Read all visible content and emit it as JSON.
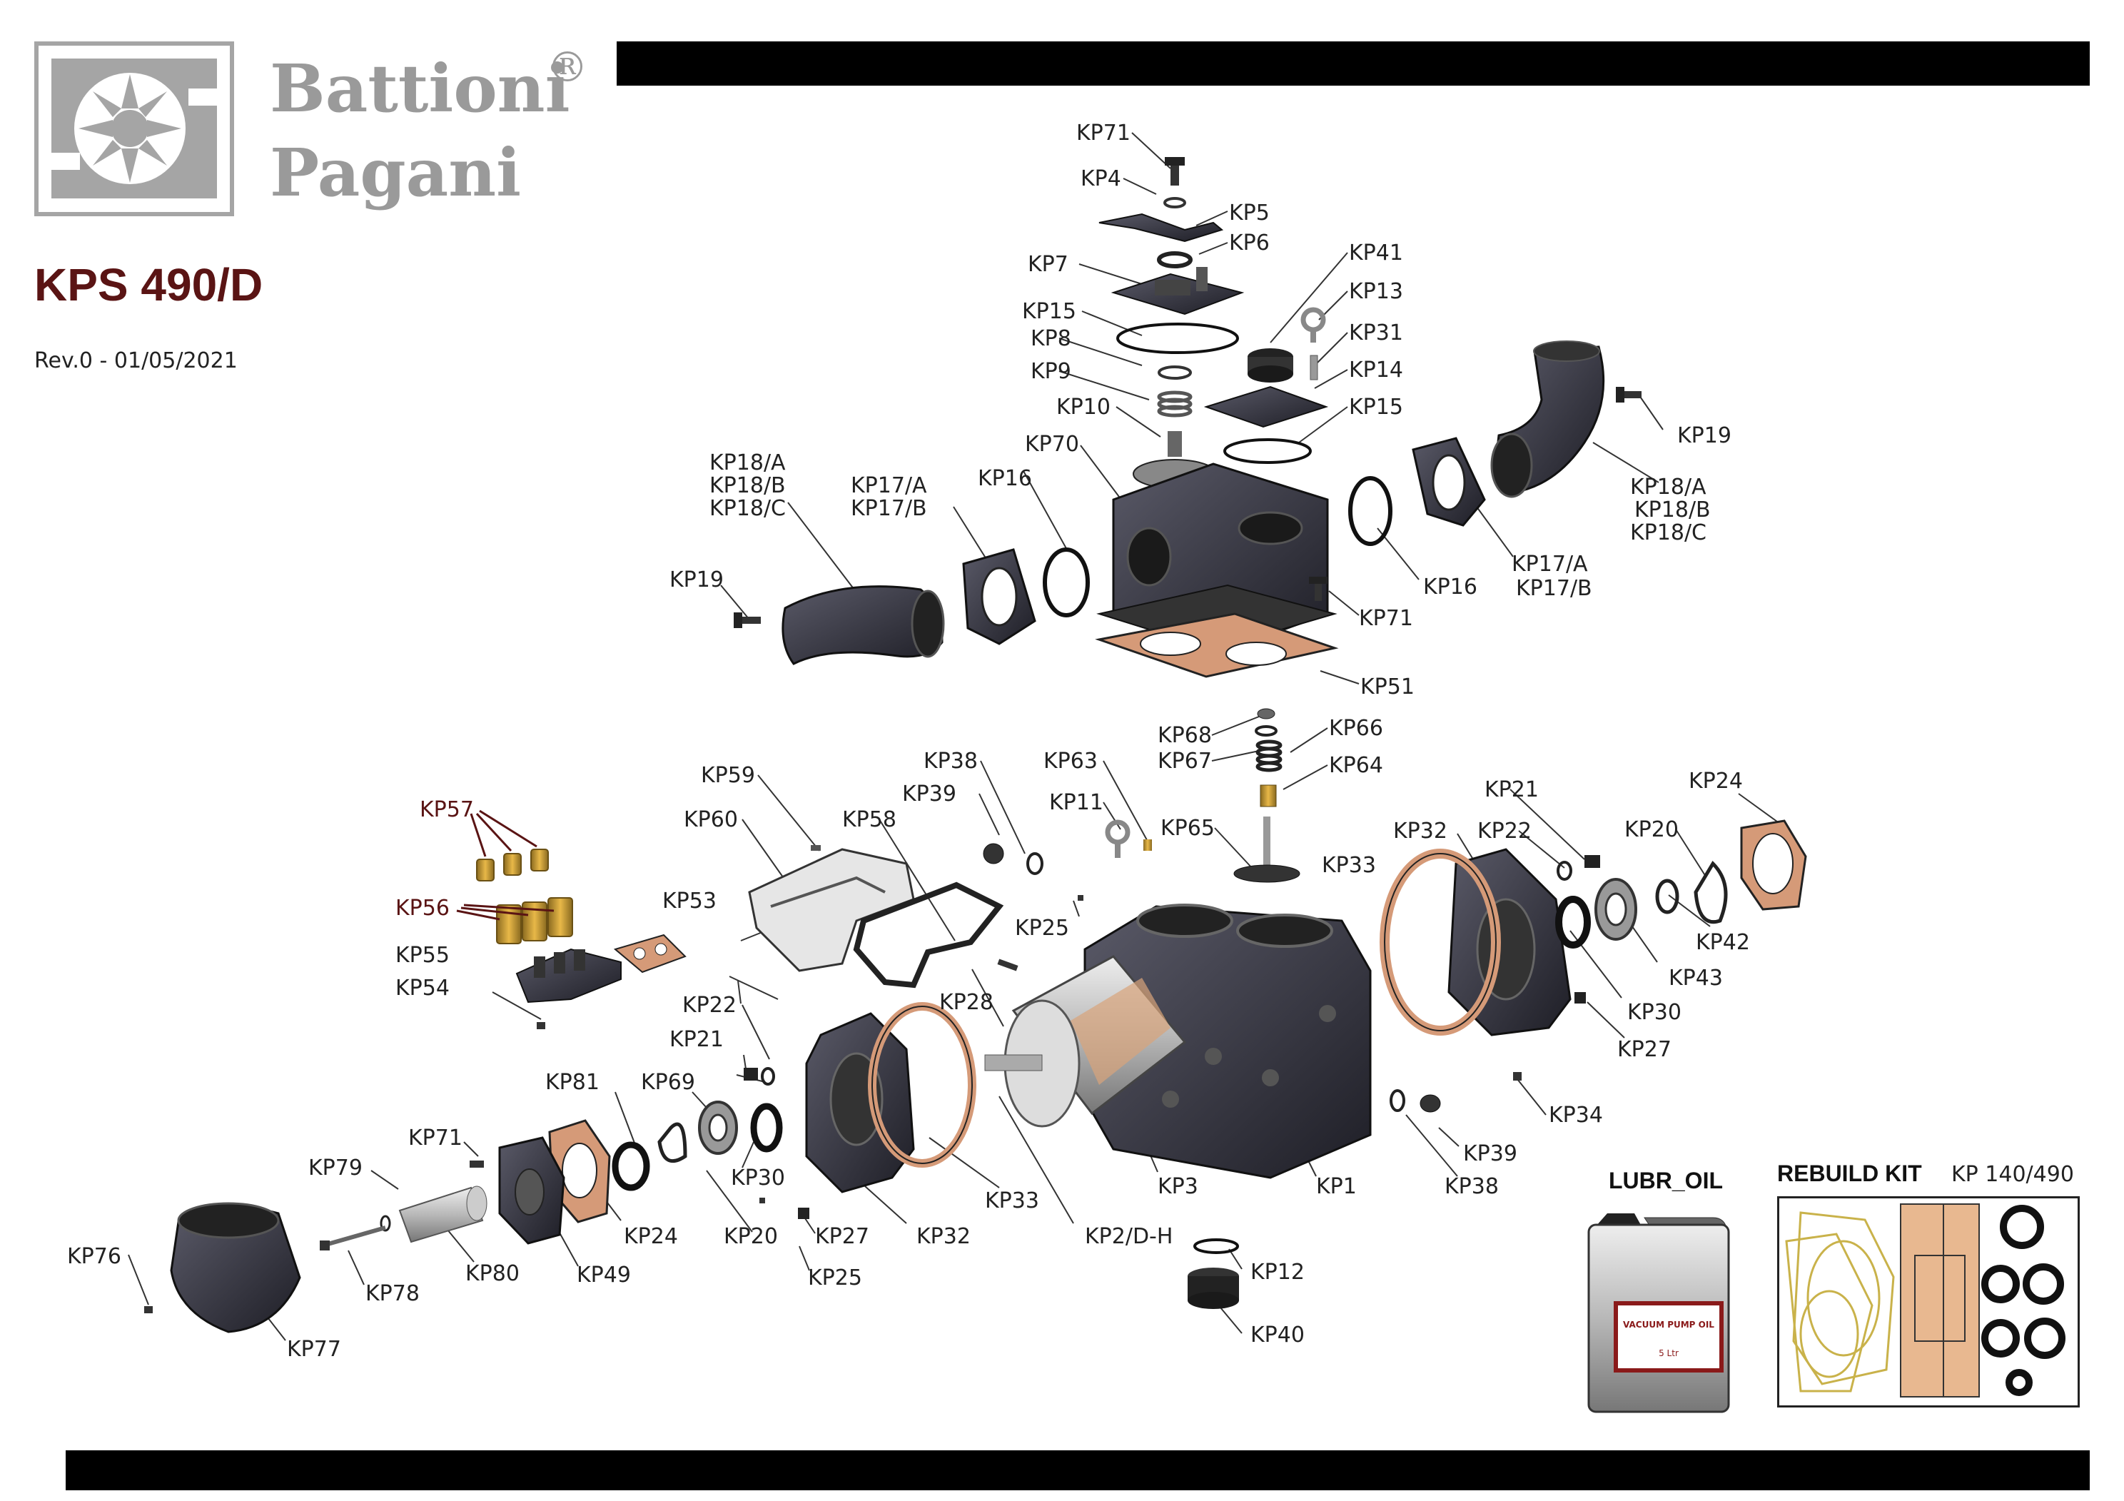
{
  "brand": {
    "line1": "Battioni",
    "line2": "Pagani",
    "registered": "®"
  },
  "model": "KPS 490/D",
  "revision": "Rev.0 - 01/05/2021",
  "kits": {
    "oil_title": "LUBR_OIL",
    "rebuild_title": "REBUILD KIT",
    "rebuild_code": "KP 140/490"
  },
  "colors": {
    "part_dark": "#2e2e38",
    "gasket": "#d59a78",
    "brass": "#d8a23c",
    "accent": "#5a1414",
    "logo_gray": "#a5a5a5"
  },
  "labels": [
    {
      "id": "l1",
      "text": "KP71"
    },
    {
      "id": "l2",
      "text": "KP4"
    },
    {
      "id": "l3",
      "text": "KP5"
    },
    {
      "id": "l4",
      "text": "KP6"
    },
    {
      "id": "l5",
      "text": "KP7"
    },
    {
      "id": "l6",
      "text": "KP41"
    },
    {
      "id": "l7",
      "text": "KP13"
    },
    {
      "id": "l8",
      "text": "KP15"
    },
    {
      "id": "l9",
      "text": "KP8"
    },
    {
      "id": "l10",
      "text": "KP31"
    },
    {
      "id": "l11",
      "text": "KP9"
    },
    {
      "id": "l12",
      "text": "KP14"
    },
    {
      "id": "l13",
      "text": "KP10"
    },
    {
      "id": "l14",
      "text": "KP15"
    },
    {
      "id": "l15",
      "text": "KP19"
    },
    {
      "id": "l16",
      "text": "KP70"
    },
    {
      "id": "l17",
      "text": "KP18/A"
    },
    {
      "id": "l18",
      "text": "KP18/B"
    },
    {
      "id": "l19",
      "text": "KP18/C"
    },
    {
      "id": "l20",
      "text": "KP17/A"
    },
    {
      "id": "l21",
      "text": "KP17/B"
    },
    {
      "id": "l22",
      "text": "KP16"
    },
    {
      "id": "l23",
      "text": "KP18/A"
    },
    {
      "id": "l24",
      "text": "KP18/B"
    },
    {
      "id": "l25",
      "text": "KP18/C"
    },
    {
      "id": "l26",
      "text": "KP17/A"
    },
    {
      "id": "l27",
      "text": "KP17/B"
    },
    {
      "id": "l28",
      "text": "KP16"
    },
    {
      "id": "l29",
      "text": "KP19"
    },
    {
      "id": "l30",
      "text": "KP71"
    },
    {
      "id": "l31",
      "text": "KP51"
    },
    {
      "id": "l32",
      "text": "KP68"
    },
    {
      "id": "l33",
      "text": "KP67"
    },
    {
      "id": "l34",
      "text": "KP66"
    },
    {
      "id": "l35",
      "text": "KP64"
    },
    {
      "id": "l36",
      "text": "KP38"
    },
    {
      "id": "l37",
      "text": "KP63"
    },
    {
      "id": "l38",
      "text": "KP59"
    },
    {
      "id": "l39",
      "text": "KP39"
    },
    {
      "id": "l40",
      "text": "KP11"
    },
    {
      "id": "l41",
      "text": "KP65"
    },
    {
      "id": "l42",
      "text": "KP57"
    },
    {
      "id": "l43",
      "text": "KP60"
    },
    {
      "id": "l44",
      "text": "KP58"
    },
    {
      "id": "l45",
      "text": "KP21"
    },
    {
      "id": "l46",
      "text": "KP24"
    },
    {
      "id": "l47",
      "text": "KP32"
    },
    {
      "id": "l48",
      "text": "KP22"
    },
    {
      "id": "l49",
      "text": "KP20"
    },
    {
      "id": "l50",
      "text": "KP33"
    },
    {
      "id": "l51",
      "text": "KP56"
    },
    {
      "id": "l52",
      "text": "KP53"
    },
    {
      "id": "l53",
      "text": "KP25"
    },
    {
      "id": "l54",
      "text": "KP42"
    },
    {
      "id": "l55",
      "text": "KP55"
    },
    {
      "id": "l56",
      "text": "KP43"
    },
    {
      "id": "l57",
      "text": "KP54"
    },
    {
      "id": "l58",
      "text": "KP28"
    },
    {
      "id": "l59",
      "text": "KP30"
    },
    {
      "id": "l60",
      "text": "KP22"
    },
    {
      "id": "l61",
      "text": "KP27"
    },
    {
      "id": "l62",
      "text": "KP21"
    },
    {
      "id": "l63",
      "text": "KP81"
    },
    {
      "id": "l64",
      "text": "KP69"
    },
    {
      "id": "l65",
      "text": "KP34"
    },
    {
      "id": "l66",
      "text": "KP71"
    },
    {
      "id": "l67",
      "text": "KP39"
    },
    {
      "id": "l68",
      "text": "KP30"
    },
    {
      "id": "l69",
      "text": "KP79"
    },
    {
      "id": "l70",
      "text": "KP3"
    },
    {
      "id": "l71",
      "text": "KP1"
    },
    {
      "id": "l72",
      "text": "KP38"
    },
    {
      "id": "l73",
      "text": "KP33"
    },
    {
      "id": "l74",
      "text": "KP24"
    },
    {
      "id": "l75",
      "text": "KP20"
    },
    {
      "id": "l76",
      "text": "KP27"
    },
    {
      "id": "l77",
      "text": "KP32"
    },
    {
      "id": "l78",
      "text": "KP2/D-H"
    },
    {
      "id": "l79",
      "text": "KP76"
    },
    {
      "id": "l80",
      "text": "KP80"
    },
    {
      "id": "l81",
      "text": "KP49"
    },
    {
      "id": "l82",
      "text": "KP25"
    },
    {
      "id": "l83",
      "text": "KP12"
    },
    {
      "id": "l84",
      "text": "KP78"
    },
    {
      "id": "l85",
      "text": "KP40"
    },
    {
      "id": "l86",
      "text": "KP77"
    }
  ],
  "oil_can": {
    "label_text": "VACUUM PUMP OIL",
    "volume": "5 Ltr"
  }
}
